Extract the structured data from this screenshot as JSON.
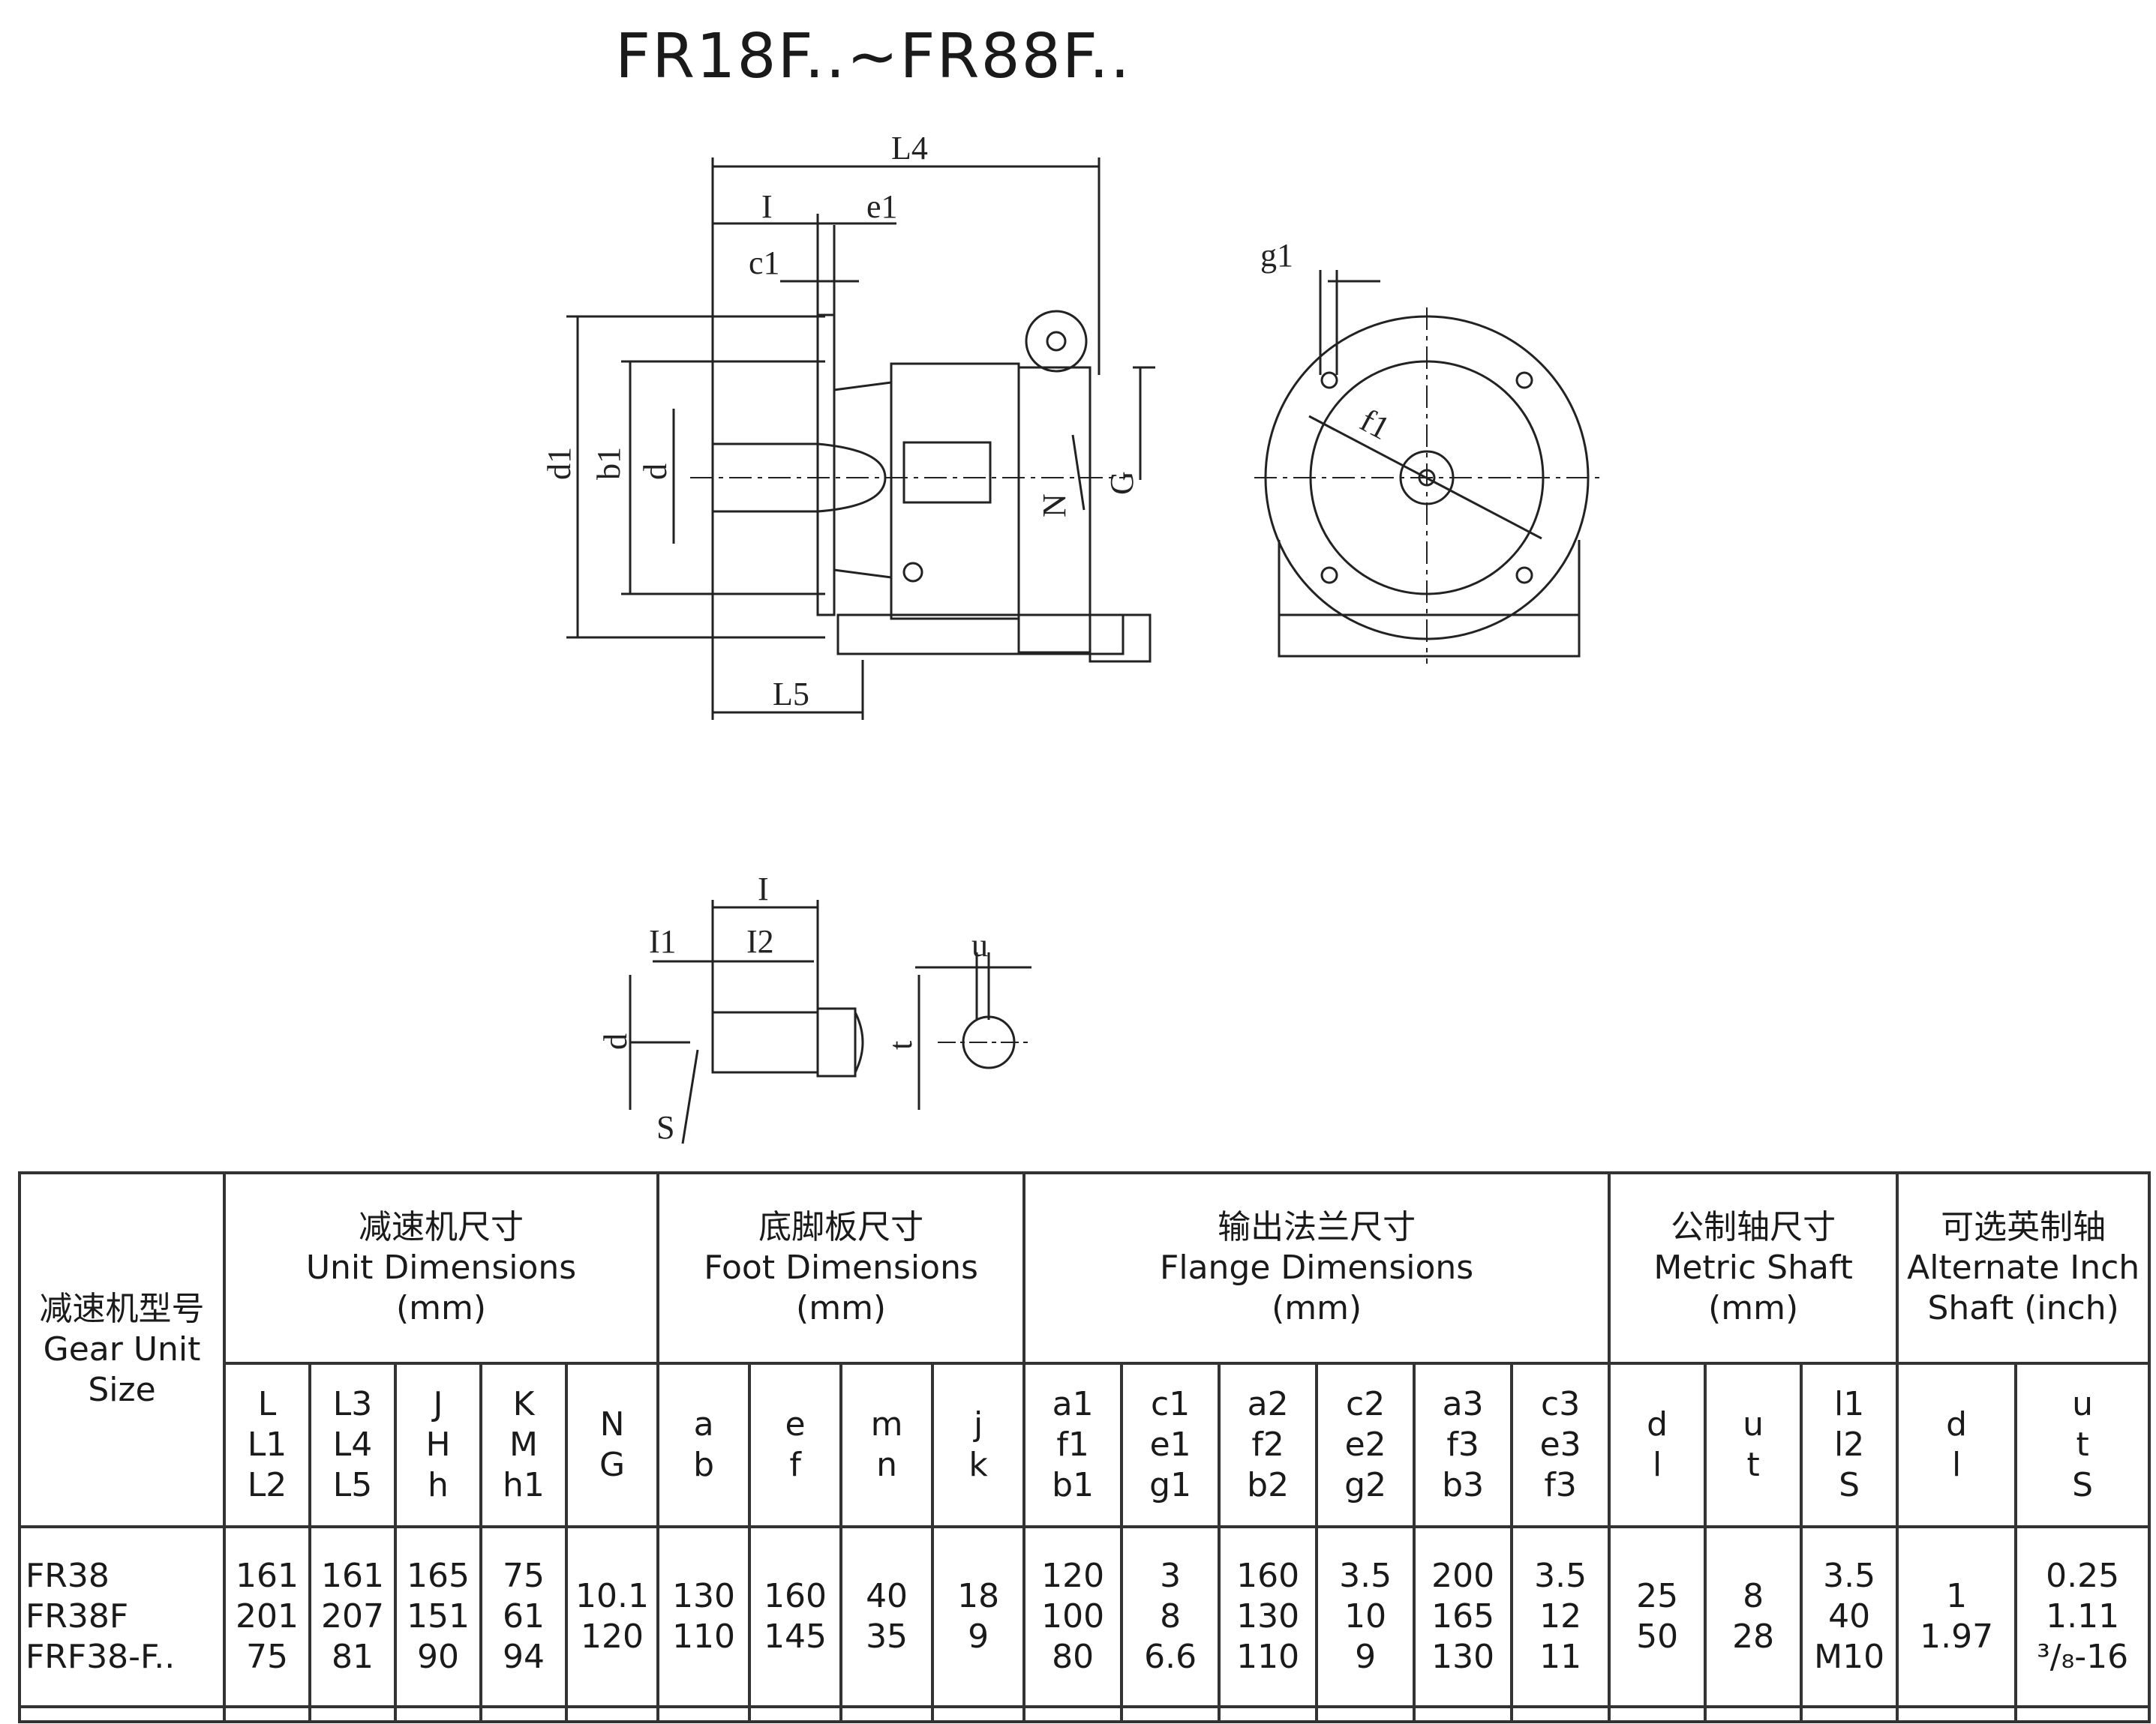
{
  "title": "FR18F..~FR88F..",
  "drawing_labels": {
    "L4": "L4",
    "I": "I",
    "e1": "e1",
    "c1": "c1",
    "d1": "d1",
    "b1": "b1",
    "d": "d",
    "N": "N",
    "G": "G",
    "L5": "L5",
    "g1": "g1",
    "f1": "f1",
    "shaft_I": "I",
    "I1": "I1",
    "I2": "I2",
    "u": "u",
    "shaft_d": "d",
    "t": "t",
    "S": "S"
  },
  "table": {
    "gear_unit_header": "减速机型号\nGear Unit\nSize",
    "groups": [
      {
        "label": "减速机尺寸\nUnit Dimensions\n(mm)"
      },
      {
        "label": "底脚板尺寸\nFoot Dimensions (mm)"
      },
      {
        "label": "输出法兰尺寸\nFlange Dimensions\n(mm)"
      },
      {
        "label": "公制轴尺寸\nMetric Shaft\n(mm)"
      },
      {
        "label": "可选英制轴\nAlternate Inch\nShaft (inch)"
      }
    ],
    "subheaders": [
      "L\nL1\nL2",
      "L3\nL4\nL5",
      "J\nH\nh",
      "K\nM\nh1",
      "N\nG",
      "a\nb",
      "e\nf",
      "m\nn",
      "j\nk",
      "a1\nf1\nb1",
      "c1\ne1\ng1",
      "a2\nf2\nb2",
      "c2\ne2\ng2",
      "a3\nf3\nb3",
      "c3\ne3\nf3",
      "d\nl",
      "u\nt",
      "l1\nl2\nS",
      "d\nl",
      "u\nt\nS"
    ],
    "rows": [
      {
        "model": "FR38\nFR38F\nFRF38-F..",
        "cells": [
          "161\n201\n75",
          "161\n207\n81",
          "165\n151\n90",
          "75\n61\n94",
          "10.1\n120",
          "130\n110",
          "160\n145",
          "40\n35",
          "18\n9",
          "120\n100\n80",
          "3\n8\n6.6",
          "160\n130\n110",
          "3.5\n10\n9",
          "200\n165\n130",
          "3.5\n12\n11",
          "25\n50",
          "8\n28",
          "3.5\n40\nM10",
          "1\n1.97",
          "0.25\n1.11\n³/₈-16"
        ]
      }
    ]
  }
}
